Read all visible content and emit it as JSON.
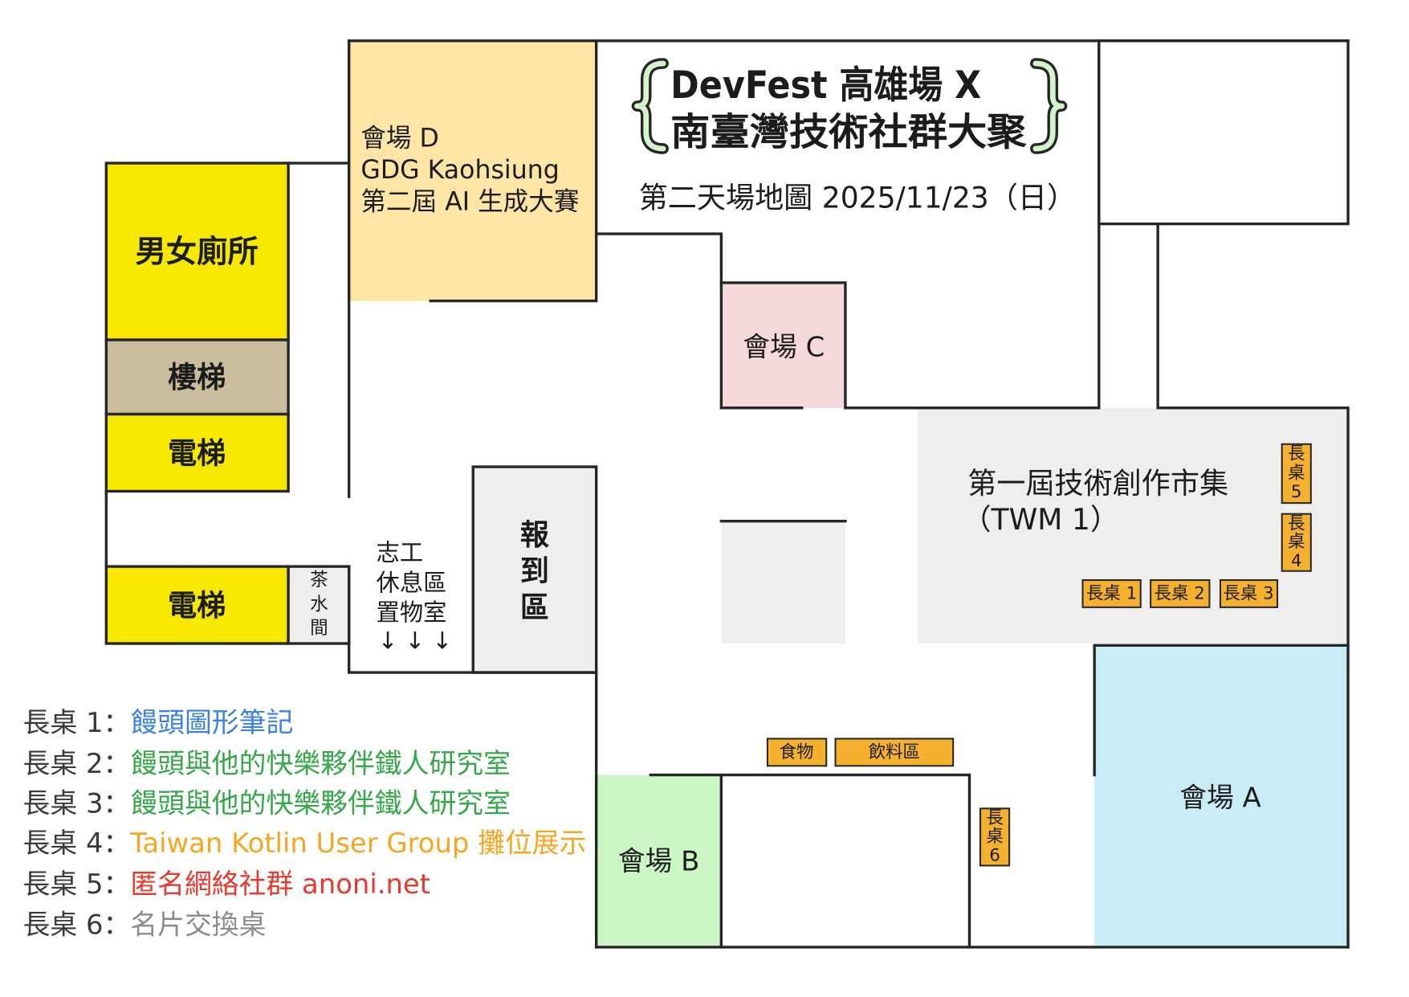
{
  "title": {
    "line1": "DevFest 高雄場 X",
    "line2": "南臺灣技術社群大聚",
    "subtitle": "第二天場地圖 2025/11/23（日）",
    "brace_color": "#D4F5CC"
  },
  "rooms": {
    "session_d": {
      "name": "會場 D",
      "line2": "GDG Kaohsiung",
      "line3": "第二屆 AI 生成大賽",
      "color": "#FFE5A6"
    },
    "session_c": {
      "name": "會場 C",
      "color": "#F5D9DA"
    },
    "session_b": {
      "name": "會場 B",
      "color": "#CCF5C6"
    },
    "session_a": {
      "name": "會場 A",
      "color": "#C8EDF6"
    },
    "restroom": {
      "name": "男女廁所",
      "color": "#F6E800"
    },
    "stairs": {
      "name": "樓梯",
      "color": "#C9BD9D"
    },
    "elevator_1": {
      "name": "電梯",
      "color": "#F6E800"
    },
    "elevator_2": {
      "name": "電梯",
      "color": "#F6E800"
    },
    "pantry": {
      "chars": [
        "茶",
        "水",
        "間"
      ],
      "color": "#EEEEEE"
    },
    "volunteer_room": {
      "lines": [
        "志工",
        "休息區",
        "置物室",
        "↓ ↓ ↓"
      ]
    },
    "check_in": {
      "chars": [
        "報",
        "到",
        "區"
      ],
      "color": "#EEEEEE"
    },
    "market": {
      "line1": "第一屆技術創作市集",
      "line2": "（TWM 1）",
      "color": "#EEEEEE"
    },
    "center_block": {
      "color": "#EEEEEE"
    }
  },
  "tables": {
    "color": "#F5B12D",
    "t1": "長桌 1",
    "t2": "長桌 2",
    "t3": "長桌 3",
    "t4": [
      "長",
      "桌",
      "4"
    ],
    "t5": [
      "長",
      "桌",
      "5"
    ],
    "t6": [
      "長",
      "桌",
      "6"
    ],
    "food": "食物",
    "drinks": "飲料區"
  },
  "legend": [
    {
      "label": "長桌 1：",
      "text": "饅頭圖形筆記",
      "color": "#3B82E6"
    },
    {
      "label": "長桌 2：",
      "text": "饅頭與他的快樂夥伴鐵人研究室",
      "color": "#36A84A"
    },
    {
      "label": "長桌 3：",
      "text": "饅頭與他的快樂夥伴鐵人研究室",
      "color": "#36A84A"
    },
    {
      "label": "長桌 4：",
      "text": "Taiwan Kotlin User Group 攤位展示",
      "color": "#F5A623"
    },
    {
      "label": "長桌 5：",
      "text": "匿名網絡社群 anoni.net",
      "color": "#E8392F"
    },
    {
      "label": "長桌 6：",
      "text": "名片交換桌",
      "color": "#8C8C8C"
    }
  ],
  "legend_label_color": "#3A3A3A"
}
